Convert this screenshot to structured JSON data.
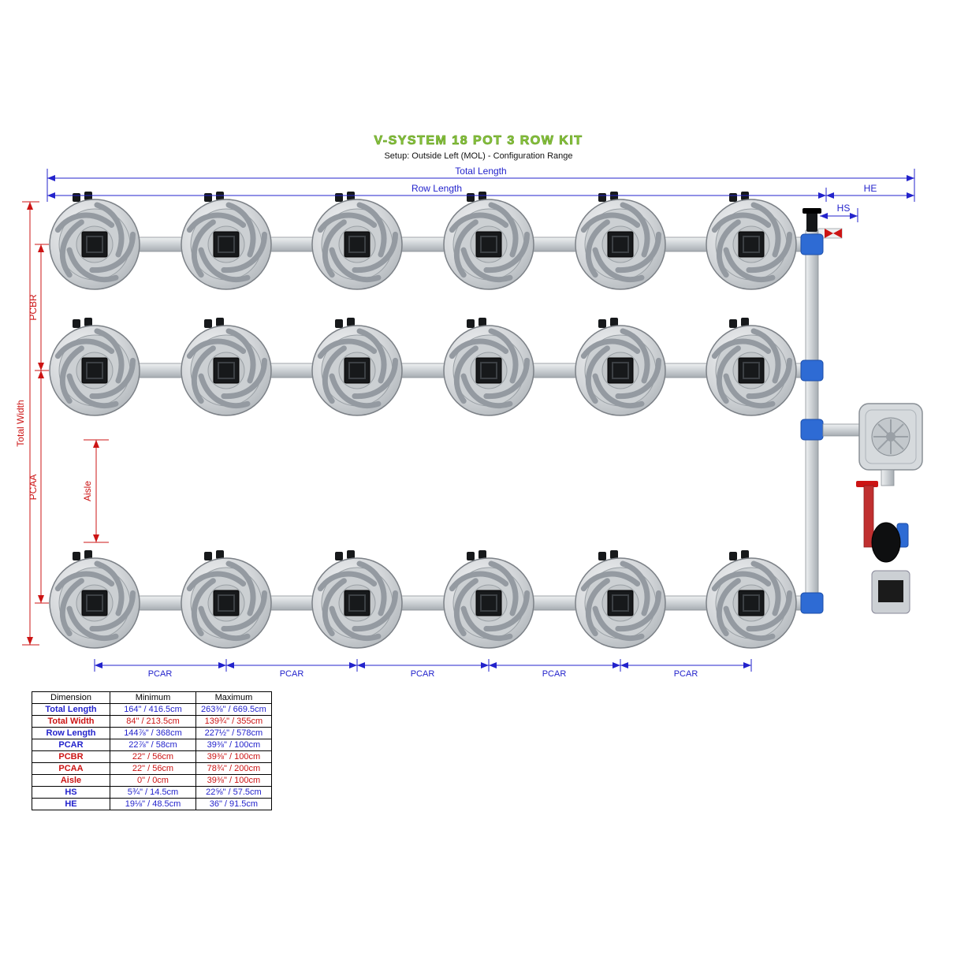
{
  "title": "V-SYSTEM 18 POT 3 ROW KIT",
  "subtitle": "Setup: Outside Left (MOL) - Configuration Range",
  "colors": {
    "dimension_blue": "#2323cc",
    "dimension_red": "#cc1414",
    "title_green": "#8CC63F",
    "fitting_blue": "#2e6bd4"
  },
  "dimensions": {
    "total_length": "Total Length",
    "row_length": "Row Length",
    "he": "HE",
    "hs": "HS",
    "total_width": "Total Width",
    "pcbr": "PCBR",
    "pcaa": "PCAA",
    "aisle": "Aisle",
    "pcar": "PCAR"
  },
  "table": {
    "headers": [
      "Dimension",
      "Minimum",
      "Maximum"
    ],
    "rows": [
      {
        "dimension": "Total Length",
        "minimum": "164\" / 416.5cm",
        "maximum": "263⅜\" / 669.5cm",
        "color": "blue"
      },
      {
        "dimension": "Total Width",
        "minimum": "84\" / 213.5cm",
        "maximum": "139¾\" / 355cm",
        "color": "red"
      },
      {
        "dimension": "Row Length",
        "minimum": "144⅞\" / 368cm",
        "maximum": "227½\" / 578cm",
        "color": "blue"
      },
      {
        "dimension": "PCAR",
        "minimum": "22⅞\" / 58cm",
        "maximum": "39⅜\" / 100cm",
        "color": "blue"
      },
      {
        "dimension": "PCBR",
        "minimum": "22\" / 56cm",
        "maximum": "39⅜\" / 100cm",
        "color": "red"
      },
      {
        "dimension": "PCAA",
        "minimum": "22\" / 56cm",
        "maximum": "78¾\" / 200cm",
        "color": "red"
      },
      {
        "dimension": "Aisle",
        "minimum": "0\" / 0cm",
        "maximum": "39⅜\" / 100cm",
        "color": "red"
      },
      {
        "dimension": "HS",
        "minimum": "5¾\" / 14.5cm",
        "maximum": "22⅝\" / 57.5cm",
        "color": "blue"
      },
      {
        "dimension": "HE",
        "minimum": "19⅛\" / 48.5cm",
        "maximum": "36\" / 91.5cm",
        "color": "blue"
      }
    ]
  }
}
